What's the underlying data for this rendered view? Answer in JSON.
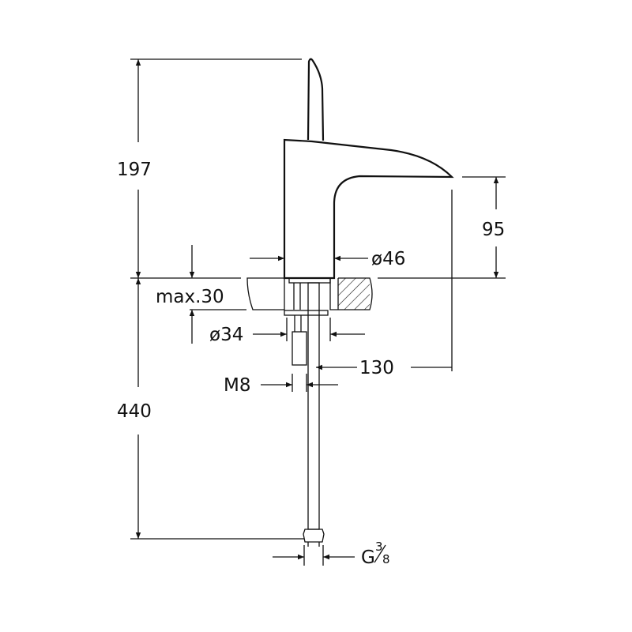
{
  "drawing": {
    "title": "Basin mixer technical drawing",
    "dimensions": {
      "total_height": "197",
      "spout_height": "95",
      "counter_thickness": "max.30",
      "base_diameter": "ø46",
      "hole_diameter": "ø34",
      "spout_reach": "130",
      "rod_thread": "M8",
      "hose_length": "440",
      "connection_prefix": "G",
      "connection_num": "3",
      "connection_den": "8"
    },
    "line_color": "#111111"
  }
}
